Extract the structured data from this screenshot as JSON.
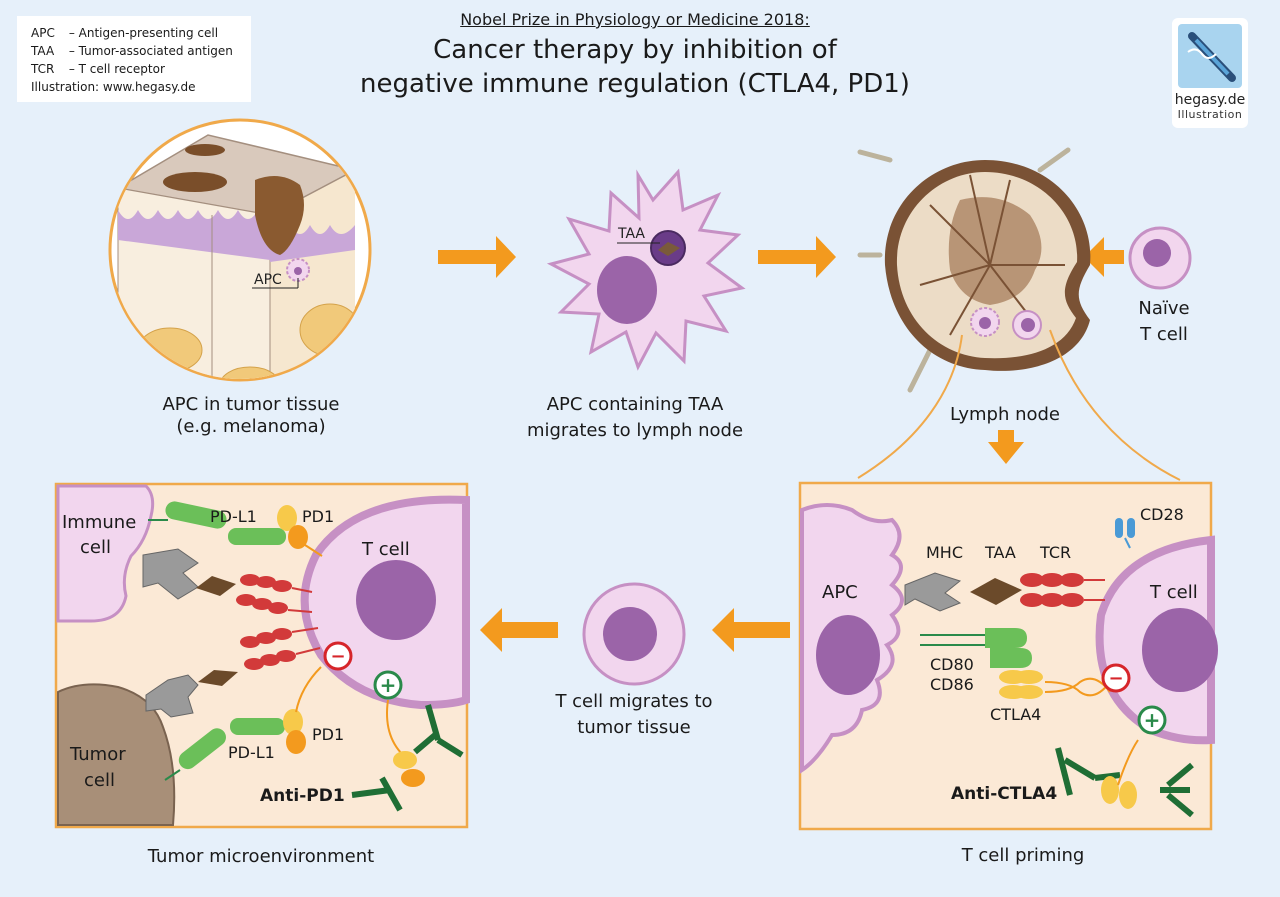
{
  "legend": {
    "items": [
      {
        "abbr": "APC",
        "def": "Antigen-presenting cell"
      },
      {
        "abbr": "TAA",
        "def": "Tumor-associated antigen"
      },
      {
        "abbr": "TCR",
        "def": "T cell receptor"
      }
    ],
    "credit": "Illustration: www.hegasy.de"
  },
  "title": {
    "super": "Nobel Prize in Physiology or Medicine 2018:",
    "line1": "Cancer therapy by inhibition of",
    "line2": "negative immune regulation (CTLA4, PD1)"
  },
  "logo": {
    "name": "hegasy.de",
    "sub": "Illustration"
  },
  "panels": {
    "tumor_tissue": {
      "apc_label": "APC",
      "caption1": "APC in tumor tissue",
      "caption2": "(e.g. melanoma)"
    },
    "apc_migrates": {
      "taa_label": "TAA",
      "caption1": "APC containing TAA",
      "caption2": "migrates to lymph node"
    },
    "lymph_node": {
      "caption": "Lymph node"
    },
    "naive_tcell": {
      "line1": "Naïve",
      "line2": "T cell"
    },
    "tcell_migrates": {
      "caption1": "T cell migrates to",
      "caption2": "tumor tissue"
    }
  },
  "priming": {
    "caption": "T cell priming",
    "apc": "APC",
    "mhc": "MHC",
    "taa": "TAA",
    "tcr": "TCR",
    "cd28": "CD28",
    "tcell": "T cell",
    "cd80": "CD80",
    "cd86": "CD86",
    "ctla4": "CTLA4",
    "anti": "Anti-CTLA4",
    "minus": "−",
    "plus": "+"
  },
  "micro": {
    "caption": "Tumor microenvironment",
    "immune1": "Immune",
    "immune2": "cell",
    "pdl1_top": "PD-L1",
    "pd1_top": "PD1",
    "tcell": "T cell",
    "tumor1": "Tumor",
    "tumor2": "cell",
    "pdl1_bottom": "PD-L1",
    "pd1_bottom": "PD1",
    "anti": "Anti-PD1",
    "minus": "−",
    "plus": "+"
  },
  "colors": {
    "background": "#e6f0fa",
    "arrow": "#f39a1e",
    "panel_bg": "#fbe9d6",
    "panel_border": "#f0a94a",
    "cell_fill": "#f2d6ee",
    "cell_border": "#c690c4",
    "nucleus": "#9b64a8",
    "inhibit": "#d6252a",
    "activate": "#2a8a4a",
    "antibody": "#1f6e35",
    "pdl1": "#6bbf59",
    "pd1": "#f7c94a",
    "tcr": "#d23a3a",
    "mhc": "#9a9a9a",
    "cd28": "#4a9ad6"
  }
}
